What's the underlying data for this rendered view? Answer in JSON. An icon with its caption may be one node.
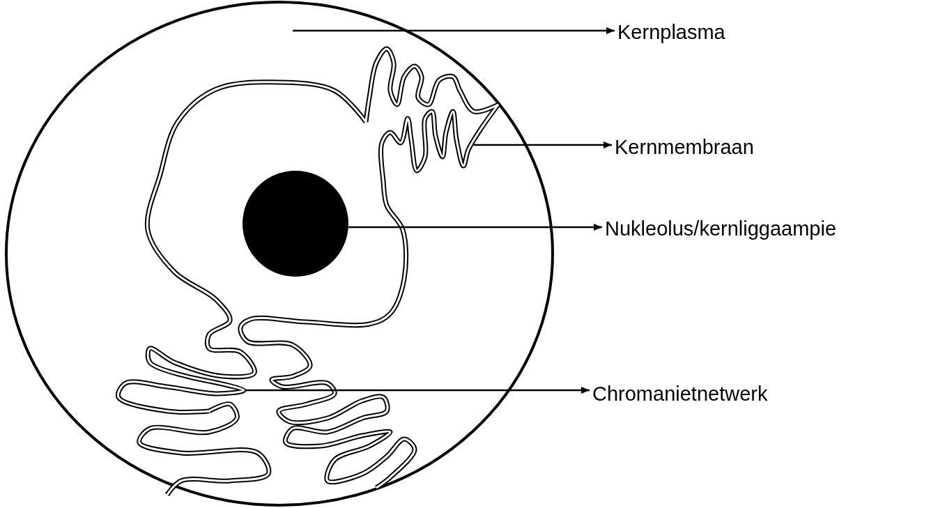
{
  "diagram": {
    "nodes": [
      {
        "text": [
          "Kernplasma"
        ]
      },
      {
        "text": [
          "Kernmembraan"
        ]
      },
      {
        "text": [
          "Nukleolus/kernliggaampie"
        ]
      },
      {
        "text": [
          "Chromanietnetwerk"
        ]
      },
      {
        "text": [],
        "shape": "circle"
      },
      {
        "text": [],
        "shape": "picture",
        "in": 4
      },
      {
        "text": [],
        "shape": "circle",
        "in": 5
      },
      {
        "text": [],
        "shape": "picture",
        "in": 5
      }
    ],
    "edges": [
      {
        "from": 4,
        "to": 0,
        "arrow": "to"
      },
      {
        "from": 5,
        "to": 1,
        "arrow": "to"
      },
      {
        "from": 6,
        "to": 2,
        "arrow": "to"
      },
      {
        "from": 7,
        "to": 3,
        "arrow": "to"
      }
    ]
  }
}
